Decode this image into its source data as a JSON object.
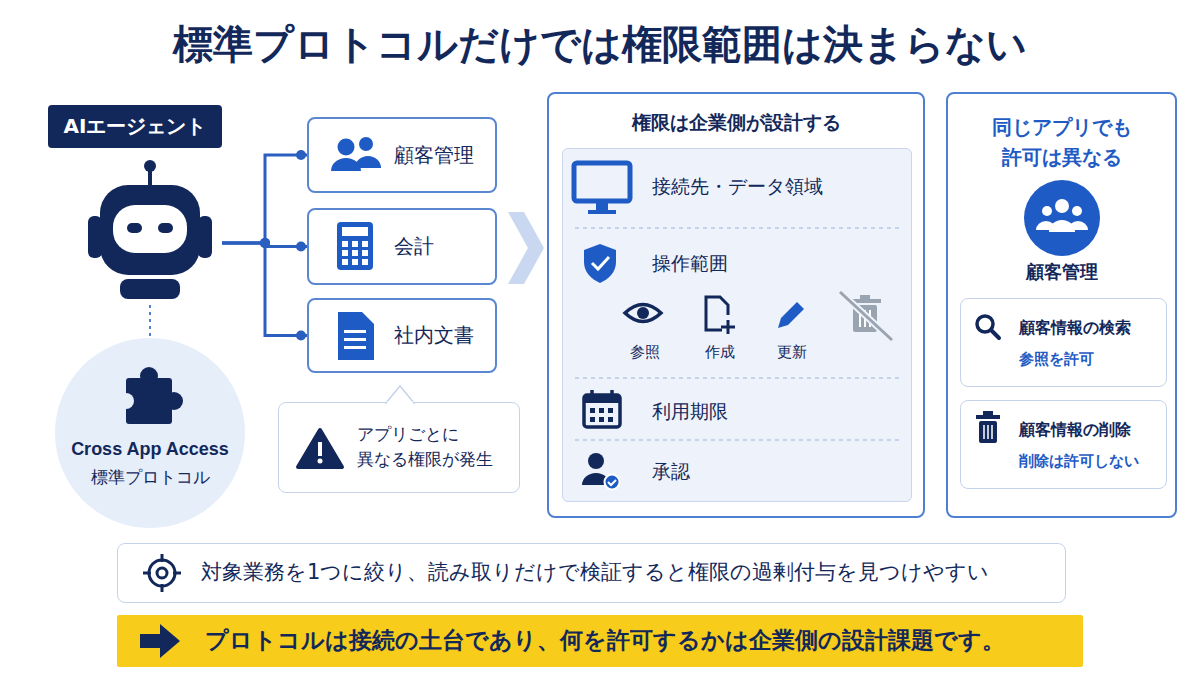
{
  "diagram": {
    "title": "標準プロトコルだけでは権限範囲は決まらない",
    "nodes": [
      {
        "text": [
          "AIエージェント"
        ]
      },
      {
        "text": [
          "Cross App Access",
          "標準プロトコル"
        ]
      },
      {
        "text": [
          "顧客管理"
        ]
      },
      {
        "text": [
          "会計"
        ]
      },
      {
        "text": [
          "社内文書"
        ]
      },
      {
        "text": [
          "アプリごとに 異なる権限が発生"
        ]
      },
      {
        "text": [
          "権限は企業側が設計する",
          "接続先・データ領域",
          "操作範囲",
          "参照",
          "作成",
          "更新",
          "利用期限",
          "承認"
        ]
      },
      {
        "text": [
          "同じアプリでも 許可は異なる",
          "顧客管理"
        ]
      },
      {
        "text": [
          "顧客情報の検索",
          "参照を許可"
        ],
        "in": 7
      },
      {
        "text": [
          "顧客情報の削除",
          "削除は許可しない"
        ],
        "in": 7
      },
      {
        "text": [
          "対象業務を1つに絞り、読み取りだけで検証すると権限の過剰付与を見つけやすい"
        ]
      },
      {
        "text": [
          "プロトコルは接続の土台であり、何を許可するかは企業側の設計課題です。"
        ]
      }
    ],
    "edges": [
      {
        "from": 0,
        "to": 2,
        "arrow": "none"
      },
      {
        "from": 0,
        "to": 3,
        "arrow": "none"
      },
      {
        "from": 0,
        "to": 4,
        "arrow": "none"
      },
      {
        "from": 0,
        "to": 1,
        "arrow": "none"
      }
    ]
  }
}
